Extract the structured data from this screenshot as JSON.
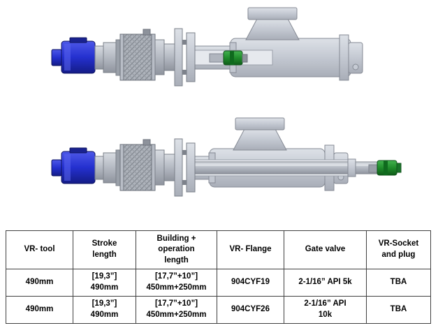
{
  "diagram": {
    "top_assembly": "vr-tool-retracted-with-gate-valve",
    "bottom_assembly": "vr-tool-extended-with-gate-valve",
    "colors": {
      "connector_blue": "#2430cf",
      "plug_green": "#1f8c2b",
      "valve_gray": "#c6cbd4",
      "steel_gray": "#b4b9c2"
    }
  },
  "table": {
    "headers": [
      "VR- tool",
      "Stroke\nlength",
      "Building +\noperation\nlength",
      "VR- Flange",
      "Gate valve",
      "VR-Socket\nand plug"
    ],
    "rows": [
      [
        "490mm",
        "[19,3”]\n490mm",
        "[17,7”+10”]\n450mm+250mm",
        "904CYF19",
        "2-1/16” API 5k",
        "TBA"
      ],
      [
        "490mm",
        "[19,3”]\n490mm",
        "[17,7”+10”]\n450mm+250mm",
        "904CYF26",
        "2-1/16” API\n10k",
        "TBA"
      ]
    ]
  }
}
